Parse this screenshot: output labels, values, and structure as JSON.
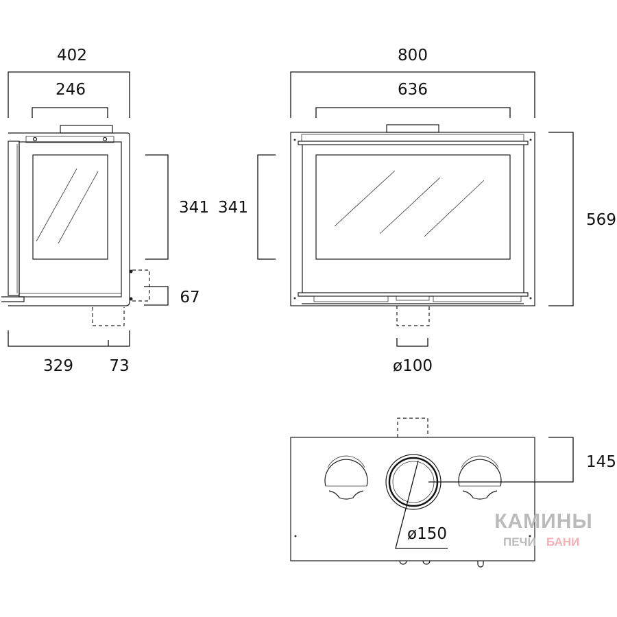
{
  "side_view": {
    "width_total": "402",
    "width_top": "246",
    "glass_height": "341",
    "outlet_offset": "67",
    "depth_front": "329",
    "depth_rear": "73"
  },
  "front_view": {
    "width_total": "800",
    "width_top": "636",
    "glass_height": "341",
    "height_total": "569",
    "outlet_diameter": "ø100"
  },
  "top_view": {
    "flue_offset": "145",
    "flue_diameter": "ø150"
  },
  "watermark": {
    "line1": "КАМИНЫ",
    "line2a": "ПЕЧИ",
    "line2b": "БАНИ",
    "color_gray": "#b4b4b4",
    "color_pink": "#f2a9ad"
  }
}
